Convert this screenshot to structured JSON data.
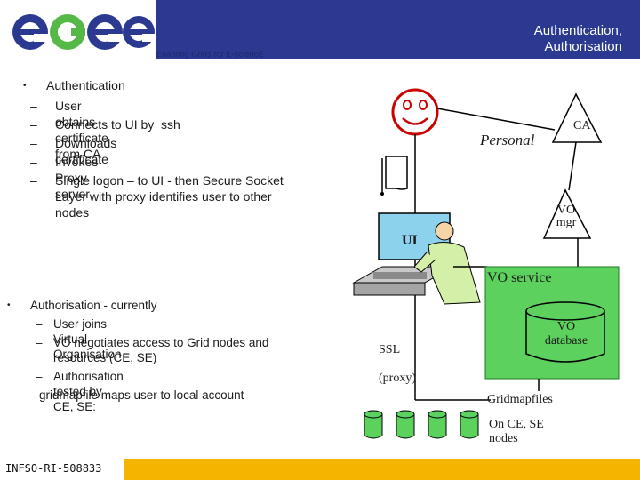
{
  "header": {
    "title_line1": "Authentication,",
    "title_line2": "Authorisation",
    "logo_text": "egee",
    "tagline": "Enabling Grids for E-sciencE",
    "colors": {
      "bar": "#2b3990",
      "logo_blue": "#2b3990",
      "logo_green": "#56b847"
    }
  },
  "authentication": {
    "heading": "Authentication",
    "items": [
      "User obtains certificate from CA",
      "Connects to UI by  ssh",
      "Downloads certificate",
      "Invokes Proxy server",
      "Single logon – to UI -  then Secure Socket",
      "Layer with proxy identifies user to other",
      "nodes"
    ]
  },
  "authorisation": {
    "heading": "Authorisation - currently",
    "items": [
      "User joins Virtual Organisation",
      "VO negotiates access to Grid nodes and",
      "resources (CE, SE)",
      "Authorisation tested by CE, SE:",
      "gridmapfile maps user to local account"
    ]
  },
  "diagram": {
    "ca": "CA",
    "personal": "Personal",
    "vo_mgr_1": "VO",
    "vo_mgr_2": "mgr",
    "ui": "UI",
    "vo_service": "VO service",
    "vo_db_1": "VO",
    "vo_db_2": "database",
    "ssl": "SSL",
    "proxy": "(proxy)",
    "gridmapfiles": "Gridmapfiles",
    "on_ce_se_1": "On CE, SE",
    "on_ce_se_2": "nodes",
    "colors": {
      "green": "#5dd15d",
      "green_dark": "#1f7a1f",
      "user": "#cc0000",
      "ui_box": "#8dd2ec"
    }
  },
  "footer": {
    "text": "INFSO-RI-508833",
    "color": "#f4b400"
  }
}
